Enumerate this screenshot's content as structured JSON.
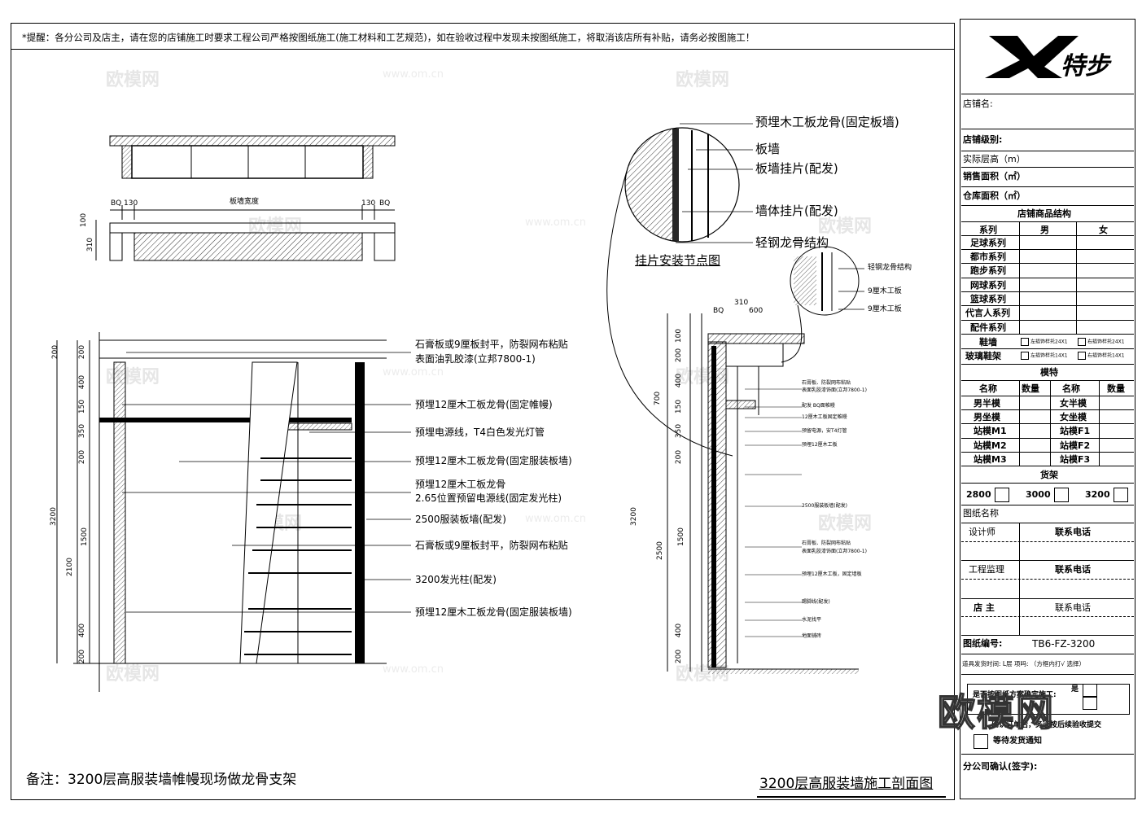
{
  "notice": "*提醒：各分公司及店主，请在您的店铺施工时要求工程公司严格按图纸施工(施工材料和工艺规范)，如在验收过程中发现未按图纸施工，将取消该店所有补贴，请务必按图施工！",
  "remark": "备注：3200层高服装墙帷幔现场做龙骨支架",
  "drawing_title": "3200层高服装墙施工剖面图",
  "watermarks": {
    "cn": "欧模网",
    "url": "www.om.cn",
    "big": "欧模网"
  },
  "plan": {
    "width_label": "板墙宽度",
    "bq": "BQ",
    "d130": "130",
    "d100": "100",
    "d310": "310"
  },
  "elevation": {
    "dims_left": [
      "200",
      "200",
      "400",
      "150",
      "350",
      "200",
      "3200",
      "1500",
      "2100",
      "400",
      "200"
    ],
    "annotations": [
      "石膏板或9厘板封平，防裂网布粘贴",
      "表面油乳胶漆(立邦7800-1)",
      "预埋12厘木工板龙骨(固定帷幔)",
      "预埋电源线，T4白色发光灯管",
      "预埋12厘木工板龙骨(固定服装板墙)",
      "预埋12厘木工板龙骨",
      "2.65位置预留电源线(固定发光柱)",
      "2500服装板墙(配发)",
      "石膏板或9厘板封平，防裂网布粘贴",
      "3200发光柱(配发)",
      "预埋12厘木工板龙骨(固定服装板墙)"
    ]
  },
  "detail": {
    "title": "挂片安装节点图",
    "labels": [
      "预埋木工板龙骨(固定板墙)",
      "板墙",
      "板墙挂片(配发)",
      "墙体挂片(配发)",
      "轻钢龙骨结构"
    ],
    "small_labels": [
      "轻钢龙骨结构",
      "9厘木工板",
      "9厘木工板"
    ],
    "dims_top": [
      "BQ",
      "310",
      "600"
    ],
    "dims_side": [
      "100",
      "200",
      "400",
      "700",
      "150",
      "350",
      "200",
      "3200",
      "2500",
      "1500",
      "400",
      "200"
    ],
    "tiny_notes": [
      "石膏板、防裂网布粘贴",
      "表面乳胶漆饰面(立邦7800-1)",
      "配发 BQ面帷幔",
      "12厘木工板固定帷幔",
      "预留电源，安T4灯管",
      "预埋12厘木工板",
      "2500服装板墙(配发)",
      "石膏板、防裂网布粘贴",
      "表面乳胶漆饰面(立邦7800-1)",
      "预埋12厘木工板，固定墙板",
      "踢脚线(配发)",
      "水泥找平",
      "地面铺砖"
    ]
  },
  "title_block": {
    "logo": "特步",
    "store_name": "店铺名:",
    "store_level": "店铺级别:",
    "ceiling_height": "实际层高（m）",
    "sales_area": "销售面积（㎡）",
    "storage_area": "仓库面积（㎡）",
    "structure_title": "店铺商品结构",
    "series_header": [
      "系列",
      "男",
      "女"
    ],
    "series": [
      "足球系列",
      "都市系列",
      "跑步系列",
      "网球系列",
      "篮球系列",
      "代言人系列",
      "配件系列"
    ],
    "shoe_wall": "鞋墙",
    "glass_shelf": "玻璃鞋架",
    "opt_24": "左插饰样托24X1",
    "opt_24b": "右插饰样托24X1",
    "opt_14": "左插饰样托14X1",
    "opt_14b": "右插饰样托14X1",
    "mannequin_title": "模特",
    "mannequin_header": [
      "名称",
      "数量",
      "名称",
      "数量"
    ],
    "mannequins": [
      [
        "男半模",
        "女半模"
      ],
      [
        "男坐模",
        "女坐模"
      ],
      [
        "站模M1",
        "站模F1"
      ],
      [
        "站模M2",
        "站模F2"
      ],
      [
        "站模M3",
        "站模F3"
      ]
    ],
    "shelf_title": "货架",
    "shelf_sizes": [
      "2800",
      "3000",
      "3200"
    ],
    "drawing_name": "图纸名称",
    "designer": "设计师",
    "designer_contact": "联系电话",
    "supervisor": "工程监理",
    "supervisor_contact": "联系电话",
    "owner": "店  主",
    "owner_contact": "联系电话",
    "drawing_no_label": "图纸编号:",
    "drawing_no": "TB6-FZ-3200",
    "prop_delivery": "道具发货时间:  L层  项吗:  （方框内打√  选择）",
    "confirm_a": "是否按图纸方案确定施工:",
    "confirm_b": "确认订单后，务必按后续验收提交",
    "confirm_c": "等待发货通知",
    "yes": "是",
    "branch_confirm": "分公司确认(签字):"
  }
}
